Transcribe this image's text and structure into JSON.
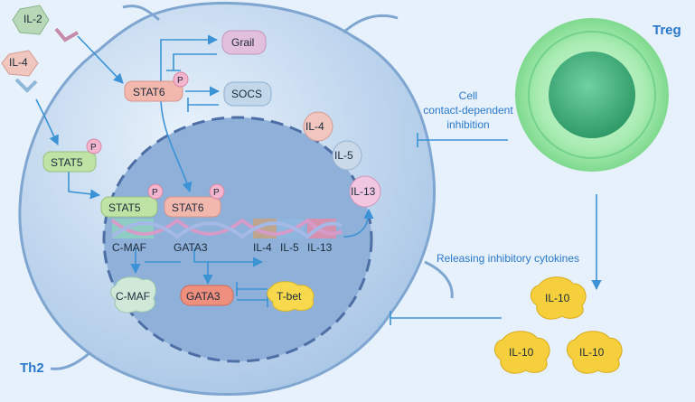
{
  "cells": {
    "th2_label": "Th2",
    "treg_label": "Treg"
  },
  "receptors": {
    "il2": "IL-2",
    "il4": "IL-4"
  },
  "cytoplasm": {
    "stat6": "STAT6",
    "stat5": "STAT5",
    "grail": "Grail",
    "socs": "SOCS",
    "phospho": "P",
    "il4": "IL-4",
    "il5": "IL-5",
    "il13": "IL-13"
  },
  "nucleus": {
    "stat5": "STAT5",
    "stat6": "STAT6",
    "genes": [
      "C-MAF",
      "GATA3",
      "IL-4",
      "IL-5",
      "IL-13"
    ],
    "cmaf_protein": "C-MAF",
    "gata3_protein": "GATA3",
    "tbet": "T-bet"
  },
  "treg": {
    "contact_text": [
      "Cell",
      "contact-dependent",
      "inhibition"
    ],
    "release_text": "Releasing inhibitory cytokines",
    "cytokines": [
      "IL-10",
      "IL-10",
      "IL-10"
    ]
  },
  "colors": {
    "arrow": "#3b93d6",
    "cell_fill": "#c9def1",
    "nucleus_fill": "#8fb0d8",
    "treg_outer": "#9be6a8",
    "treg_inner": "#3aa874",
    "il10": "#f6cf3c",
    "stat_pink": "#f2b8ae",
    "stat_green": "#bfe3a5"
  }
}
